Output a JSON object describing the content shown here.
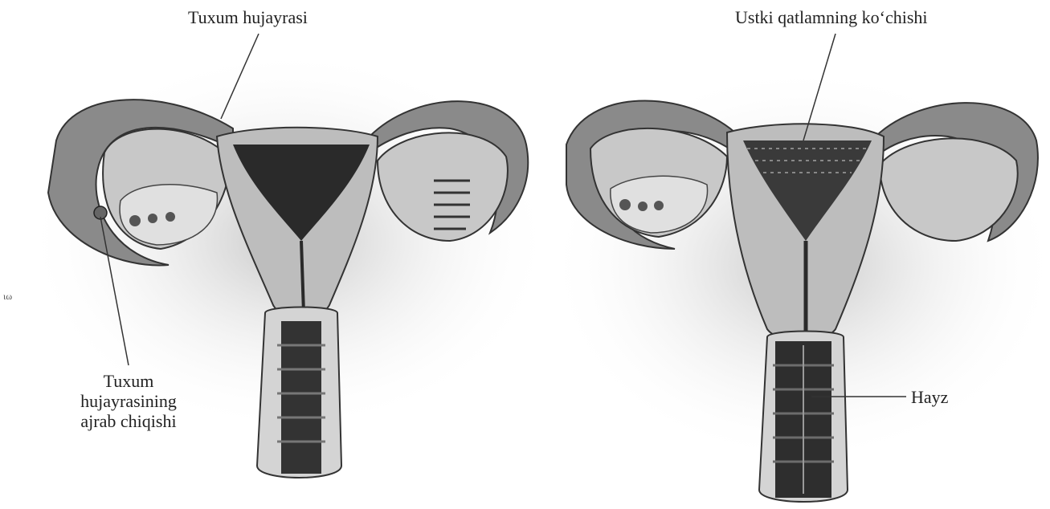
{
  "labels": {
    "egg_cell": "Tuxum hujayrasi",
    "surface_layer_shedding": "Ustki qatlamning ko‘chishi",
    "ovulation_line1": "Tuxum",
    "ovulation_line2": "hujayrasining",
    "ovulation_line3": "ajrab chiqishi",
    "menstruation": "Hayz",
    "margin_mark": "ɩω"
  },
  "colors": {
    "tissue_light": "#d9d9d9",
    "tissue_mid": "#bcbcbc",
    "tissue_dark": "#2a2a2a",
    "shadow": "#a9a9a9",
    "outline": "#333333"
  }
}
